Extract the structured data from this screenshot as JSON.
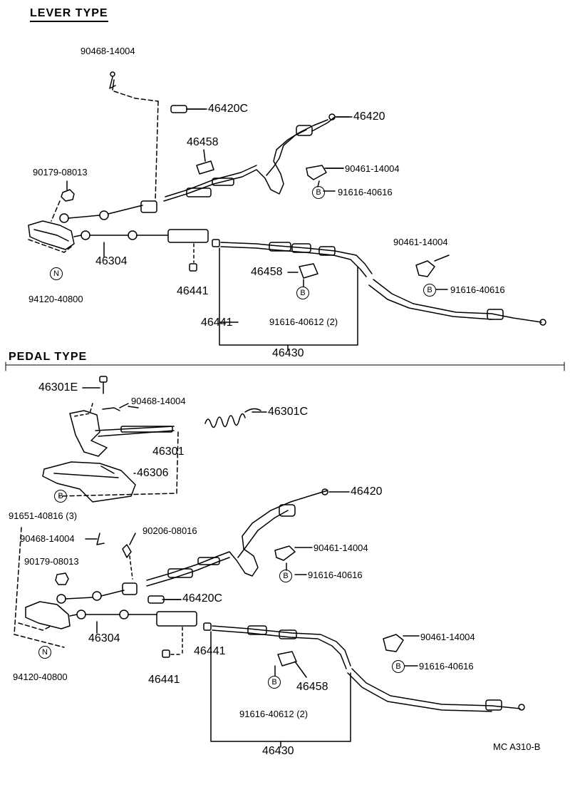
{
  "sections": {
    "lever": {
      "title": "LEVER TYPE"
    },
    "pedal": {
      "title": "PEDAL TYPE"
    }
  },
  "lever": {
    "p_90468_14004": "90468-14004",
    "p_46420C": "46420C",
    "p_46420": "46420",
    "p_46458": "46458",
    "p_90461_14004_a": "90461-14004",
    "p_91616_40616_a": "91616-40616",
    "p_90179_08013": "90179-08013",
    "p_90461_14004_b": "90461-14004",
    "p_46458_b": "46458",
    "p_91616_40616_b": "91616-40616",
    "p_46304": "46304",
    "p_46441_a": "46441",
    "p_46441_b": "46441",
    "p_94120_40800": "94120-40800",
    "p_91616_40612": "91616-40612 (2)",
    "p_46430": "46430",
    "badge_N": "N",
    "badge_B": "B"
  },
  "pedal": {
    "p_46301E": "46301E",
    "p_90468_14004_a": "90468-14004",
    "p_46301C": "46301C",
    "p_46301": "46301",
    "p_46306": "46306",
    "p_91651_40816": "91651-40816 (3)",
    "p_46420": "46420",
    "p_90468_14004_b": "90468-14004",
    "p_90206_08016": "90206-08016",
    "p_90461_14004_a": "90461-14004",
    "p_90179_08013": "90179-08013",
    "p_91616_40616_a": "91616-40616",
    "p_46420C": "46420C",
    "p_46304": "46304",
    "p_46441_a": "46441",
    "p_46441_b": "46441",
    "p_90461_14004_b": "90461-14004",
    "p_91616_40616_b": "91616-40616",
    "p_94120_40800": "94120-40800",
    "p_46458": "46458",
    "p_91616_40612": "91616-40612 (2)",
    "p_46430": "46430",
    "badge_N": "N",
    "badge_B": "B"
  },
  "footer": {
    "code": "MC  A310-B"
  }
}
